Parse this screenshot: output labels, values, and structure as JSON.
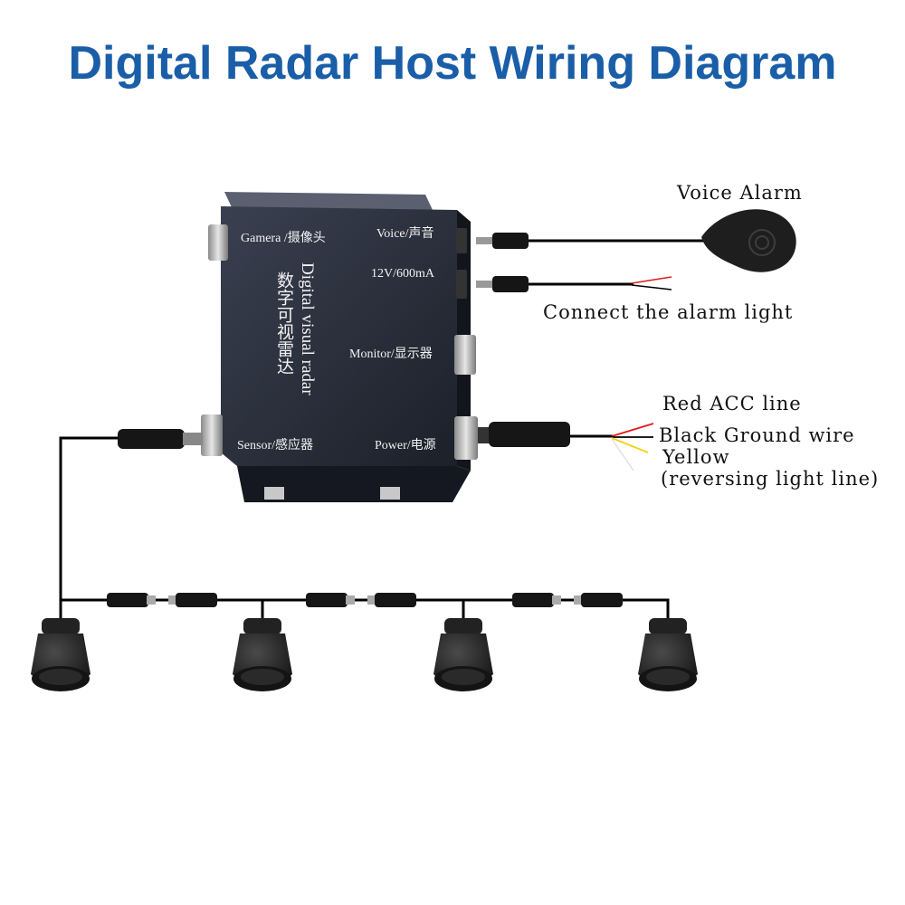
{
  "title": "Digital Radar Host Wiring Diagram",
  "host_box": {
    "product_name_en": "Digital visual radar",
    "product_name_cn": "数字可视雷达",
    "ports": {
      "camera": "Gamera /摄像头",
      "voice": "Voice/声音",
      "power_rating": "12V/600mA",
      "monitor": "Monitor/显示器",
      "sensor": "Sensor/感应器",
      "power": "Power/电源"
    }
  },
  "labels": {
    "voice_alarm": "Voice Alarm",
    "alarm_light": "Connect the alarm light",
    "red_acc": "Red ACC line",
    "black_ground": "Black Ground wire",
    "yellow": "Yellow",
    "reversing": "(reversing light line)"
  },
  "colors": {
    "title": "#1a5ea8",
    "box": "#252a36",
    "wire_red": "#e01b1b",
    "wire_yellow": "#f2d21a",
    "wire_black": "#000000"
  }
}
